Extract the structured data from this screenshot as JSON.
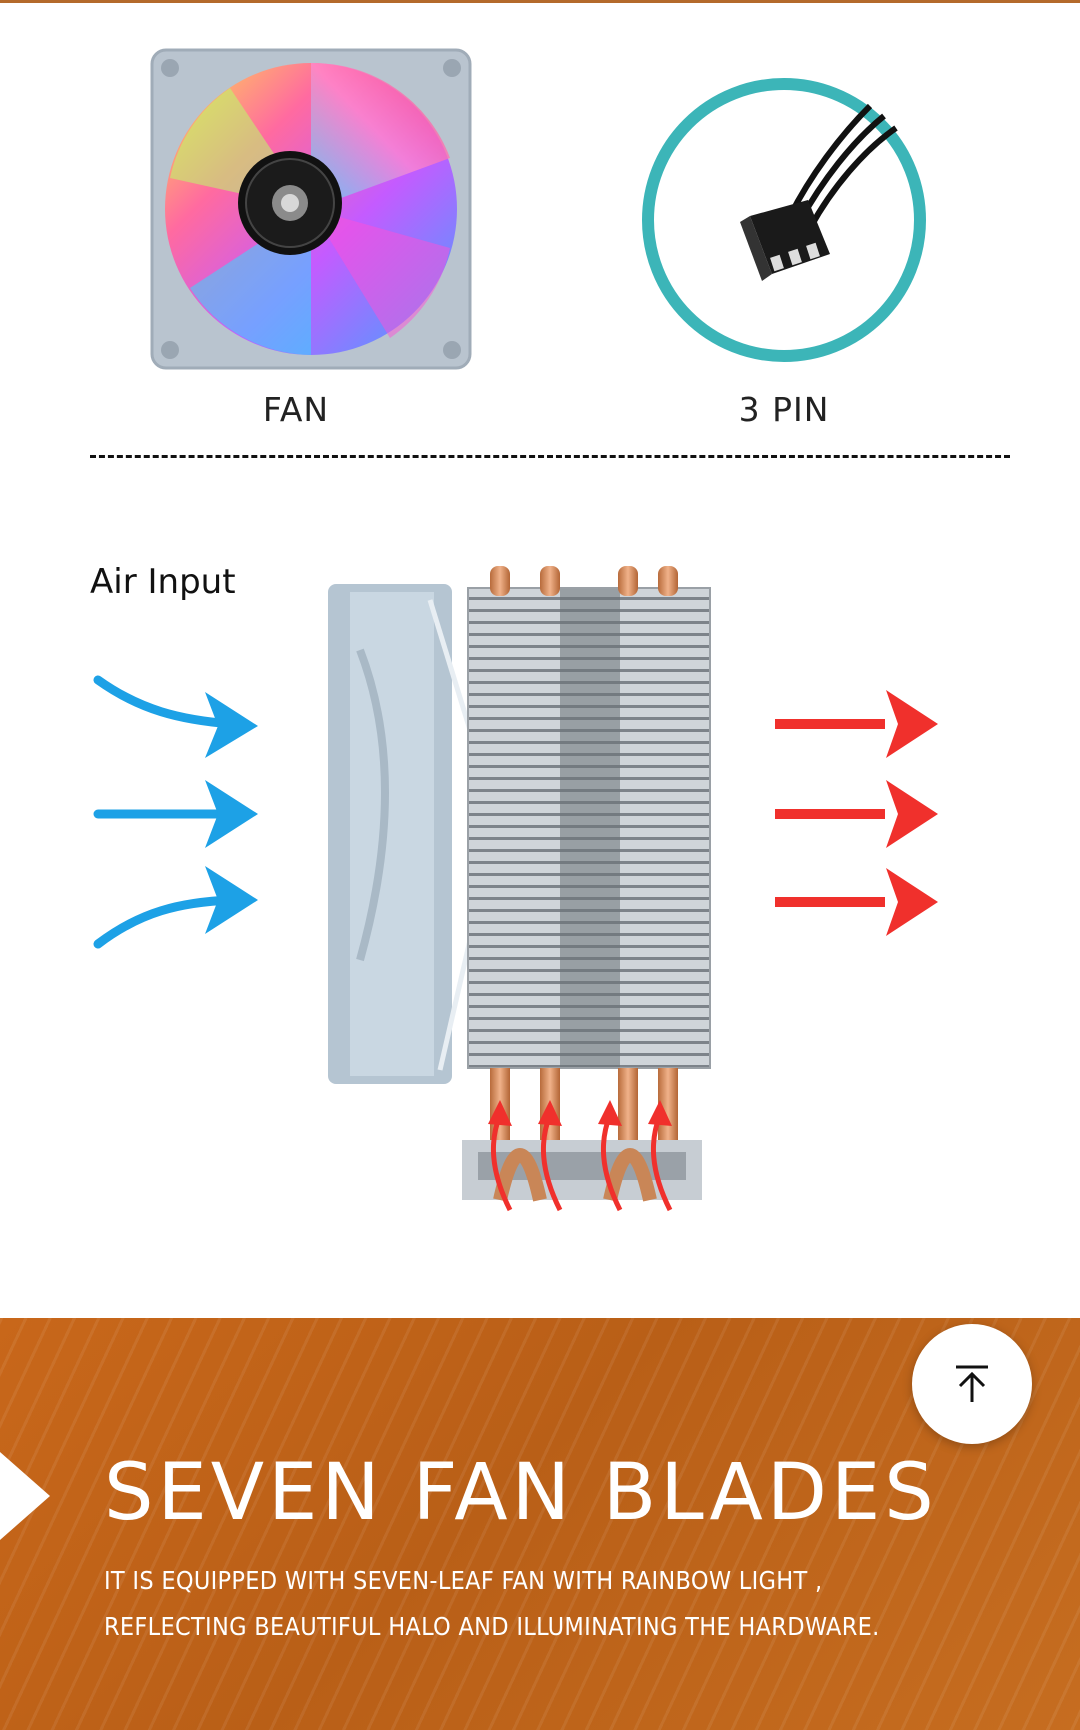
{
  "components": {
    "fan_label": "FAN",
    "pin_label": "3 PIN"
  },
  "airflow": {
    "input_label": "Air Input",
    "intake_color": "#1da1e6",
    "exhaust_color": "#f0302c"
  },
  "banner": {
    "title": "SEVEN FAN BLADES",
    "description": "IT IS EQUIPPED WITH SEVEN-LEAF FAN WITH RAINBOW LIGHT , REFLECTING BEAUTIFUL HALO AND ILLUMINATING THE HARDWARE.",
    "background_color": "#c2661c"
  },
  "controls": {
    "scroll_top_icon": "arrow-up-to-top-icon"
  }
}
